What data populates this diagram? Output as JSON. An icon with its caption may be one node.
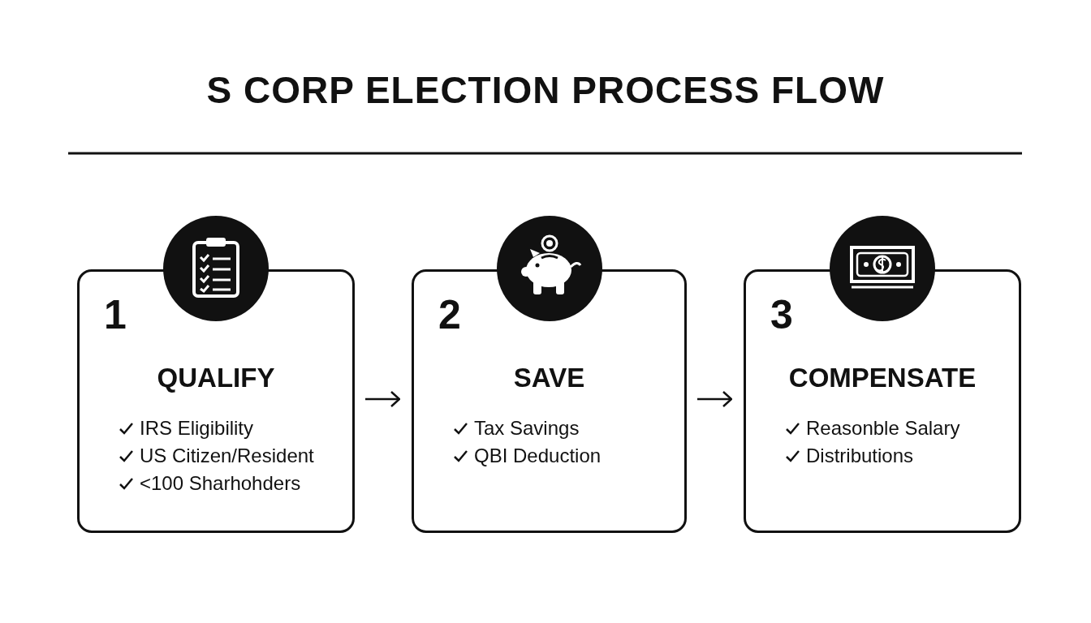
{
  "diagram": {
    "title": "S CORP ELECTION PROCESS FLOW",
    "nodes": [
      {
        "text": [
          "1",
          "QUALIFY",
          "IRS Eligibility",
          "US Citizen/Resident",
          "<100 Sharhohders"
        ]
      },
      {
        "text": [
          "2",
          "SAVE",
          "Tax Savings",
          "QBI Deduction"
        ]
      },
      {
        "text": [
          "3",
          "COMPENSATE",
          "Reasonble Salary",
          "Distributions"
        ]
      }
    ],
    "edges": [
      {
        "from": 0,
        "to": 1,
        "arrow": "to"
      },
      {
        "from": 1,
        "to": 2,
        "arrow": "to"
      }
    ]
  }
}
